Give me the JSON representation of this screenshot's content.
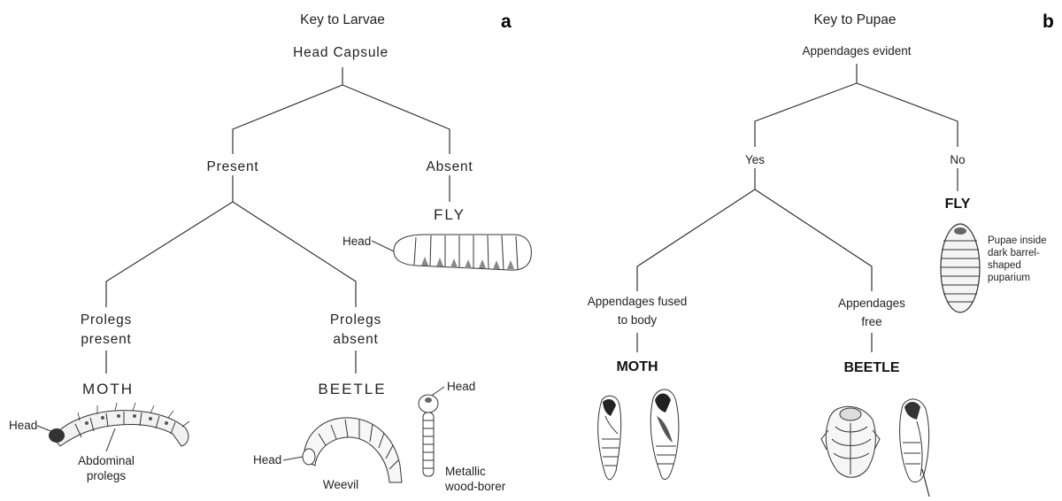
{
  "larvae": {
    "panel_letter": "a",
    "title": "Key to Larvae",
    "root": "Head Capsule",
    "present": "Present",
    "absent": "Absent",
    "fly": "FLY",
    "fly_head": "Head",
    "prolegs_present_1": "Prolegs",
    "prolegs_present_2": "present",
    "prolegs_absent_1": "Prolegs",
    "prolegs_absent_2": "absent",
    "moth": "MOTH",
    "beetle": "BEETLE",
    "moth_head": "Head",
    "abdominal_1": "Abdominal",
    "abdominal_2": "prolegs",
    "weevil_head": "Head",
    "weevil": "Weevil",
    "borer_head": "Head",
    "borer_1": "Metallic",
    "borer_2": "wood-borer"
  },
  "pupae": {
    "panel_letter": "b",
    "title": "Key to Pupae",
    "root": "Appendages evident",
    "yes": "Yes",
    "no": "No",
    "fly": "FLY",
    "puparium_1": "Pupae inside",
    "puparium_2": "dark barrel-",
    "puparium_3": "shaped",
    "puparium_4": "puparium",
    "fused_1": "Appendages fused",
    "fused_2": "to body",
    "free_1": "Appendages",
    "free_2": "free",
    "moth": "MOTH",
    "beetle": "BEETLE"
  }
}
